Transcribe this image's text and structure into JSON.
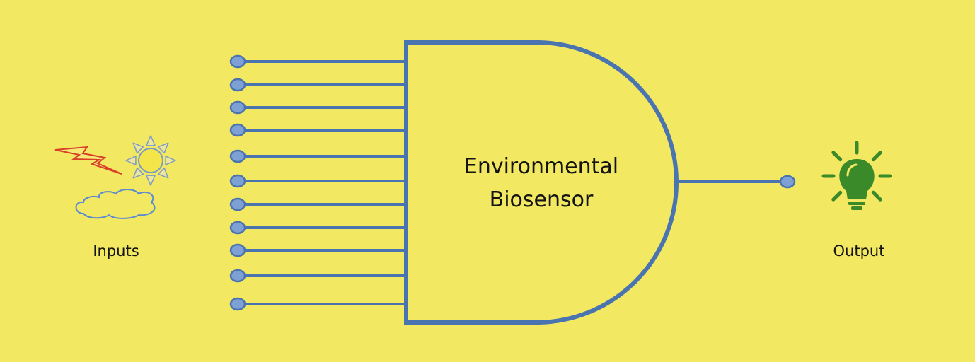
{
  "colors": {
    "background": "#f2e862",
    "wire": "#4a74b0",
    "terminal_fill": "#7ea0d4",
    "bulb": "#3a8a2a",
    "lightning_fill": "#f6ea74",
    "lightning_stroke": "#d8402a",
    "sun_fill": "#f4e64a",
    "sun_ray_fill": "#eee79a",
    "sun_stroke": "#7a9ac8",
    "cloud_fill": "#f2e862",
    "cloud_stroke": "#5a8ad0",
    "text": "#141414"
  },
  "gate": {
    "label_line1": "Environmental",
    "label_line2": "Biosensor"
  },
  "inputs": {
    "label": "Inputs",
    "count": 11,
    "icons": [
      "lightning-icon",
      "sun-icon",
      "cloud-icon"
    ]
  },
  "output": {
    "label": "Output",
    "icon": "lightbulb-icon"
  }
}
